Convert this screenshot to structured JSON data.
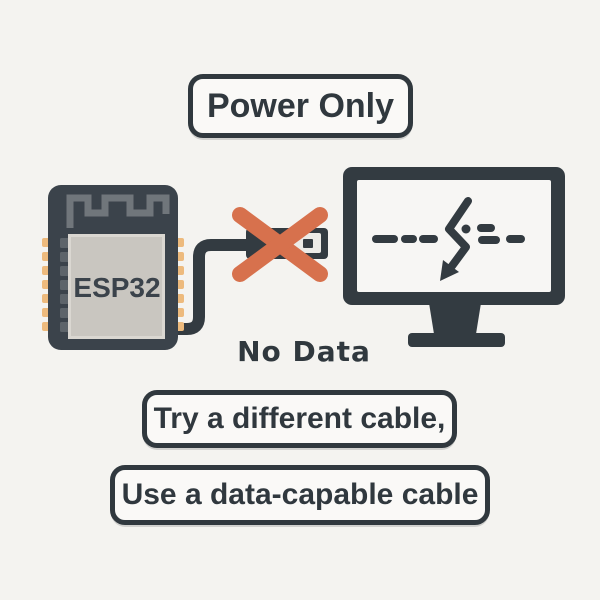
{
  "header": {
    "badge_label": "Power Only"
  },
  "diagram": {
    "board_label": "ESP32",
    "status_label": "No Data",
    "icons": [
      "esp32-board-icon",
      "antenna-trace-icon",
      "usb-cable-icon",
      "usb-plug-icon",
      "red-cross-icon",
      "monitor-icon",
      "broken-data-line-icon",
      "zigzag-arrow-icon"
    ]
  },
  "advice": {
    "line1": "Try a different cable,",
    "line2": "Use a data-capable cable"
  },
  "colors": {
    "background": "#f4f3f0",
    "ink": "#333b41",
    "board": "#3b434b",
    "chip": "#c9c6c0",
    "pins": "#edba7d",
    "pads": "#5d646a",
    "antenna": "#70767b",
    "cross": "#d7714d",
    "screen": "#f7f6f4",
    "badge_fill": "#faf9f7"
  }
}
